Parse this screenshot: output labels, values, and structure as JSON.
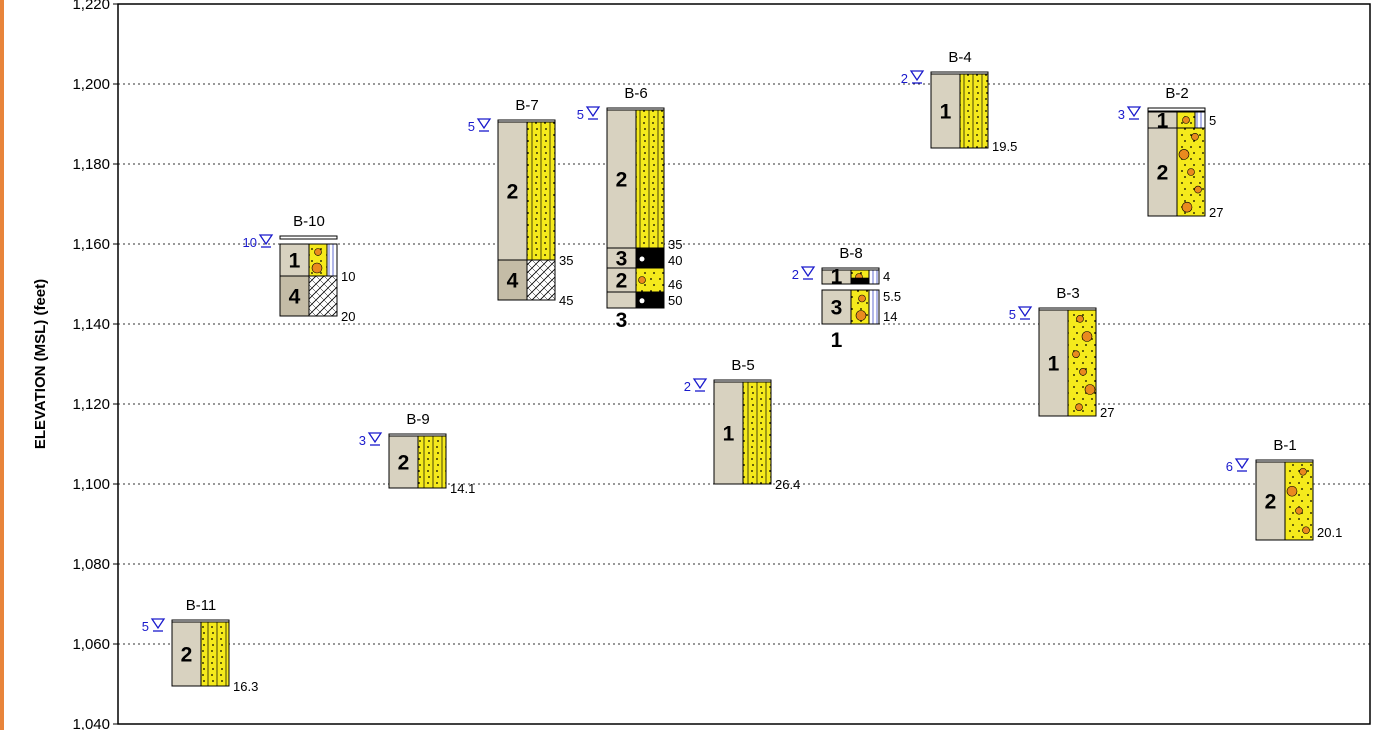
{
  "colors": {
    "left_strip": "#e8843a",
    "unit_fill": "#d8d2c0",
    "unit4_fill": "#c4bca6",
    "sand_fill": "#f5ea1c",
    "gravel_fill": "#e98a1f",
    "rock_fill": "#000000",
    "water_marker": "#1a1acc"
  },
  "chart_data": {
    "type": "table",
    "title": "",
    "xlabel": "",
    "ylabel": "ELEVATION (MSL) (feet)",
    "ylim": [
      1040,
      1220
    ],
    "yticks": [
      1040,
      1060,
      1080,
      1100,
      1120,
      1140,
      1160,
      1180,
      1200,
      1220
    ],
    "ytick_labels": [
      "1,040",
      "1,060",
      "1,080",
      "1,100",
      "1,120",
      "1,140",
      "1,160",
      "1,180",
      "1,200",
      "1,220"
    ],
    "grid": "horizontal dotted",
    "boreholes": [
      {
        "name": "B-11",
        "position": 1,
        "top": 1066,
        "water_depth": "5",
        "depth_total": "16.3",
        "units": [
          {
            "label": "2",
            "top": 1065.5,
            "bottom": 1049.5,
            "pattern": "sand"
          }
        ],
        "depth_marks": [
          {
            "text": "16.3",
            "elev": 1049.5
          }
        ],
        "extra_labels": []
      },
      {
        "name": "B-10",
        "position": 2,
        "top": 1162,
        "water_depth": "10",
        "depth_total": "20",
        "units": [
          {
            "label": "1",
            "top": 1160,
            "bottom": 1152,
            "pattern": "gravel-silt"
          },
          {
            "label": "4",
            "top": 1152,
            "bottom": 1142,
            "pattern": "hatch"
          }
        ],
        "depth_marks": [
          {
            "text": "10",
            "elev": 1152
          },
          {
            "text": "20",
            "elev": 1142
          }
        ],
        "extra_labels": []
      },
      {
        "name": "B-9",
        "position": 3,
        "top": 1112.5,
        "water_depth": "3",
        "depth_total": "14.1",
        "units": [
          {
            "label": "2",
            "top": 1112,
            "bottom": 1099,
            "pattern": "sand"
          }
        ],
        "depth_marks": [
          {
            "text": "14.1",
            "elev": 1099
          }
        ],
        "extra_labels": []
      },
      {
        "name": "B-7",
        "position": 4,
        "top": 1191,
        "water_depth": "5",
        "depth_total": "45",
        "units": [
          {
            "label": "2",
            "top": 1190.5,
            "bottom": 1156,
            "pattern": "sand"
          },
          {
            "label": "4",
            "top": 1156,
            "bottom": 1146,
            "pattern": "hatch"
          }
        ],
        "depth_marks": [
          {
            "text": "35",
            "elev": 1156
          },
          {
            "text": "45",
            "elev": 1146
          }
        ],
        "extra_labels": []
      },
      {
        "name": "B-6",
        "position": 5,
        "top": 1194,
        "water_depth": "5",
        "depth_total": "50",
        "units": [
          {
            "label": "2",
            "top": 1193.5,
            "bottom": 1159,
            "pattern": "sand"
          },
          {
            "label": "3",
            "top": 1159,
            "bottom": 1154,
            "pattern": "rock"
          },
          {
            "label": "2",
            "top": 1154,
            "bottom": 1148,
            "pattern": "gravel"
          },
          {
            "label": "",
            "top": 1148,
            "bottom": 1144,
            "pattern": "rock"
          }
        ],
        "depth_marks": [
          {
            "text": "35",
            "elev": 1160
          },
          {
            "text": "40",
            "elev": 1156
          },
          {
            "text": "46",
            "elev": 1150
          },
          {
            "text": "50",
            "elev": 1146
          }
        ],
        "extra_labels": [
          {
            "text": "3",
            "elev": 1141
          }
        ]
      },
      {
        "name": "B-5",
        "position": 6,
        "top": 1126,
        "water_depth": "2",
        "depth_total": "26.4",
        "units": [
          {
            "label": "1",
            "top": 1125.5,
            "bottom": 1100,
            "pattern": "sand"
          }
        ],
        "depth_marks": [
          {
            "text": "26.4",
            "elev": 1100
          }
        ],
        "extra_labels": []
      },
      {
        "name": "B-8",
        "position": 7,
        "top": 1154,
        "water_depth": "2",
        "depth_total": "14",
        "units": [
          {
            "label": "1",
            "top": 1153.5,
            "bottom": 1150,
            "pattern": "gravel-rock"
          },
          {
            "label": "3",
            "top": 1148.5,
            "bottom": 1140,
            "pattern": "gravel-silt"
          }
        ],
        "depth_marks": [
          {
            "text": "4",
            "elev": 1152
          },
          {
            "text": "5.5",
            "elev": 1147
          },
          {
            "text": "14",
            "elev": 1142
          }
        ],
        "extra_labels": [
          {
            "text": "1",
            "elev": 1136
          }
        ]
      },
      {
        "name": "B-4",
        "position": 8,
        "top": 1203,
        "water_depth": "2",
        "depth_total": "19.5",
        "units": [
          {
            "label": "1",
            "top": 1202.5,
            "bottom": 1184,
            "pattern": "sand"
          }
        ],
        "depth_marks": [
          {
            "text": "19.5",
            "elev": 1184.5
          }
        ],
        "extra_labels": []
      },
      {
        "name": "B-3",
        "position": 9,
        "top": 1144,
        "water_depth": "5",
        "depth_total": "27",
        "units": [
          {
            "label": "1",
            "top": 1143.5,
            "bottom": 1117,
            "pattern": "gravel"
          }
        ],
        "depth_marks": [
          {
            "text": "27",
            "elev": 1118
          }
        ],
        "extra_labels": []
      },
      {
        "name": "B-2",
        "position": 10,
        "top": 1194,
        "water_depth": "3",
        "depth_total": "27",
        "units": [
          {
            "label": "1",
            "top": 1193,
            "bottom": 1189,
            "pattern": "gravel-silt"
          },
          {
            "label": "2",
            "top": 1189,
            "bottom": 1167,
            "pattern": "gravel"
          }
        ],
        "depth_marks": [
          {
            "text": "5",
            "elev": 1191
          },
          {
            "text": "27",
            "elev": 1168
          }
        ],
        "extra_labels": []
      },
      {
        "name": "B-1",
        "position": 11,
        "top": 1106,
        "water_depth": "6",
        "depth_total": "20.1",
        "units": [
          {
            "label": "2",
            "top": 1105.5,
            "bottom": 1086,
            "pattern": "gravel"
          }
        ],
        "depth_marks": [
          {
            "text": "20.1",
            "elev": 1088
          }
        ],
        "extra_labels": []
      }
    ]
  }
}
